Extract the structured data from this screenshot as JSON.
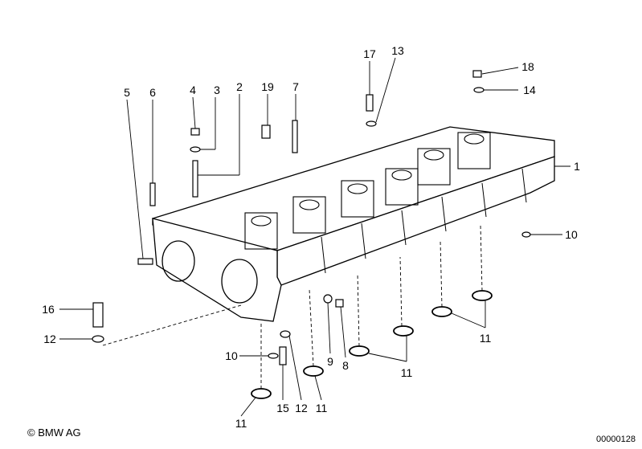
{
  "diagram": {
    "part_labels": [
      "5",
      "6",
      "4",
      "3",
      "2",
      "19",
      "7",
      "17",
      "13",
      "18",
      "14",
      "1",
      "10",
      "16",
      "12",
      "10",
      "9",
      "8",
      "11",
      "11",
      "15",
      "12",
      "11",
      "11"
    ]
  },
  "footer": {
    "copyright": "© BMW AG",
    "image_code": "00000128"
  }
}
